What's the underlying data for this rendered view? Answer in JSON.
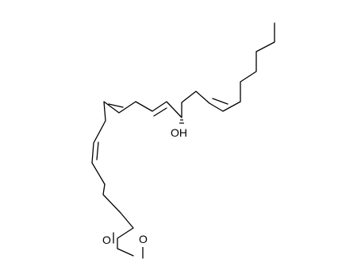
{
  "molecule": {
    "atoms": {
      "hydroxyl": "OH",
      "carbonyl_oxygen": "O",
      "ester_oxygen": "O"
    },
    "stereo_center": "hashed-wedge",
    "double_bonds": 4
  }
}
